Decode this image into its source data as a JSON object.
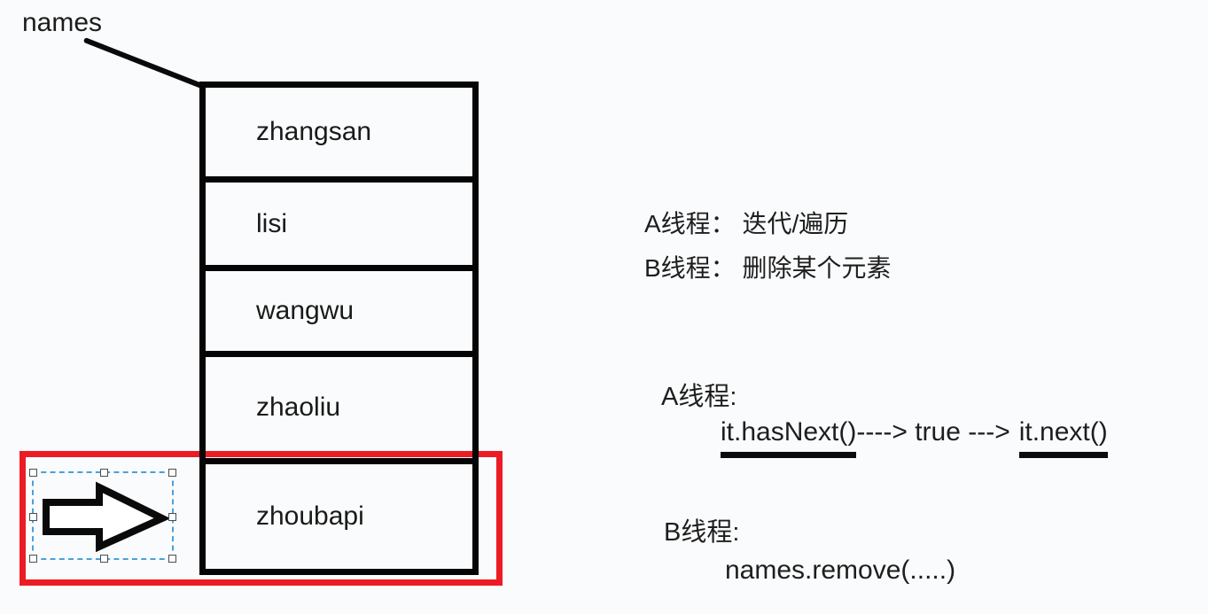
{
  "diagram": {
    "list_label": "names",
    "list_items": [
      "zhangsan",
      "lisi",
      "wangwu",
      "zhaoliu",
      "zhoubapi"
    ],
    "highlighted_item": "zhoubapi"
  },
  "notes": {
    "summary_a": "A线程： 迭代/遍历",
    "summary_b": "B线程： 删除某个元素",
    "thread_a_label": "A线程:",
    "thread_a_code_1": "it.hasNext()",
    "thread_a_code_2": "----> true --->",
    "thread_a_code_3": "it.next()",
    "thread_b_label": "B线程:",
    "thread_b_code": "names.remove(.....)"
  },
  "colors": {
    "highlight_red": "#ec1c24",
    "selection_blue": "#4aa0dc",
    "ink": "#1a1a1a",
    "background": "#fafbfc"
  },
  "shapes": {
    "arrow": "right-block-arrow",
    "selection_handles_count": 8
  }
}
